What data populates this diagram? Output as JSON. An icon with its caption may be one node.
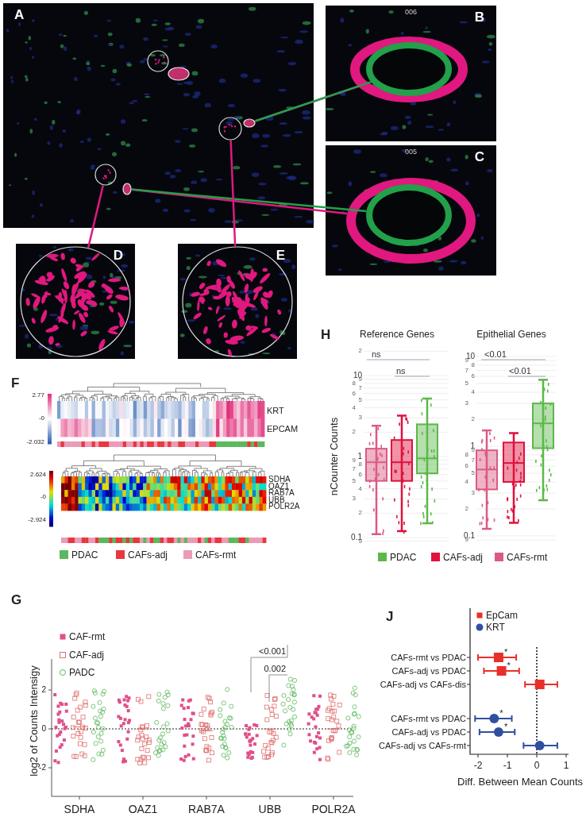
{
  "diagram": {
    "nodes": [
      {
        "text": [
          "A"
        ]
      },
      {
        "text": [],
        "shape": "circle",
        "in": 0
      },
      {
        "text": [],
        "shape": "capsule",
        "in": 0
      },
      {
        "text": [],
        "shape": "circle",
        "in": 0
      },
      {
        "text": [],
        "shape": "capsule",
        "in": 0
      },
      {
        "text": [],
        "shape": "circle",
        "in": 0
      },
      {
        "text": [],
        "shape": "capsule",
        "in": 0
      },
      {
        "text": [
          "B",
          "006"
        ]
      },
      {
        "text": [],
        "shape": "band",
        "in": 7
      },
      {
        "text": [],
        "shape": "ring",
        "in": 8
      },
      {
        "text": [
          "C",
          "005"
        ]
      },
      {
        "text": [],
        "shape": "band",
        "in": 10
      },
      {
        "text": [],
        "shape": "ring",
        "in": 11
      },
      {
        "text": [
          "D"
        ]
      },
      {
        "text": [],
        "shape": "circle",
        "in": 13
      },
      {
        "text": [
          "E"
        ]
      },
      {
        "text": [],
        "shape": "circle",
        "in": 15
      }
    ],
    "edges": [
      {
        "from": 4,
        "to": 8,
        "arrow": "none"
      },
      {
        "from": 4,
        "to": 9,
        "arrow": "none",
        "color": "#22a04a"
      },
      {
        "from": 6,
        "to": 11,
        "arrow": "none"
      },
      {
        "from": 6,
        "to": 12,
        "arrow": "none",
        "color": "#22a04a"
      },
      {
        "from": 5,
        "to": 14,
        "arrow": "none"
      },
      {
        "from": 3,
        "to": 16,
        "arrow": "none"
      }
    ],
    "labels": [
      "F",
      "2.77",
      "-0",
      "-2.032",
      "KRT",
      "EPCAM",
      "2.624",
      "-0",
      "-2.924",
      "SDHA",
      "OAZ1",
      "RAB7A",
      "UBB",
      "POLR2A",
      "H",
      "Reference Genes",
      "Epithelial Genes",
      "nCounter Counts",
      "2",
      "10",
      "9",
      "8",
      "7",
      "6",
      "5",
      "4",
      "3",
      "2",
      "1",
      "9",
      "8",
      "7",
      "6",
      "5",
      "4",
      "3",
      "2",
      "0.1",
      "9",
      "10",
      "9",
      "8",
      "7",
      "6",
      "5",
      "4",
      "3",
      "2",
      "1",
      "9",
      "8",
      "7",
      "6",
      "5",
      "4",
      "3",
      "2",
      "0.1",
      "9",
      "ns",
      "ns",
      "<0.01",
      "<0.01",
      "G",
      "log2 of Counts Intensigy",
      "2",
      "0",
      "-2",
      "SDHA",
      "OAZ1",
      "RAB7A",
      "UBB",
      "POLR2A",
      "<0.001",
      "0.002",
      "J",
      "CAFs-rmt vs PDAC",
      "CAFs-adj vs PDAC",
      "CAFs-adj vs CAFs-dis",
      "CAFs-rmt vs PDAC",
      "CAFs-adj vs PDAC",
      "CAFs-adj vs CAFs-rmt",
      "-2",
      "-1",
      "0",
      "1",
      "Diff. Between Mean Counts",
      "*",
      "*",
      "*",
      "*"
    ],
    "legend": [
      {
        "text": "PDAC",
        "color": "#5cb85c"
      },
      {
        "text": "CAFs-adj",
        "color": "#e8383d"
      },
      {
        "text": "CAFs-rmt",
        "color": "#ec9ab8"
      },
      {
        "text": "PDAC",
        "color": "#5cb84a"
      },
      {
        "text": "CAFs-adj",
        "color": "#e0103c"
      },
      {
        "text": "CAFs-rmt",
        "color": "#dc5a82"
      },
      {
        "text": "CAF-rmt"
      },
      {
        "text": "CAF-adj"
      },
      {
        "text": "PADC"
      },
      {
        "text": "EpCam"
      },
      {
        "text": "KRT"
      }
    ]
  }
}
